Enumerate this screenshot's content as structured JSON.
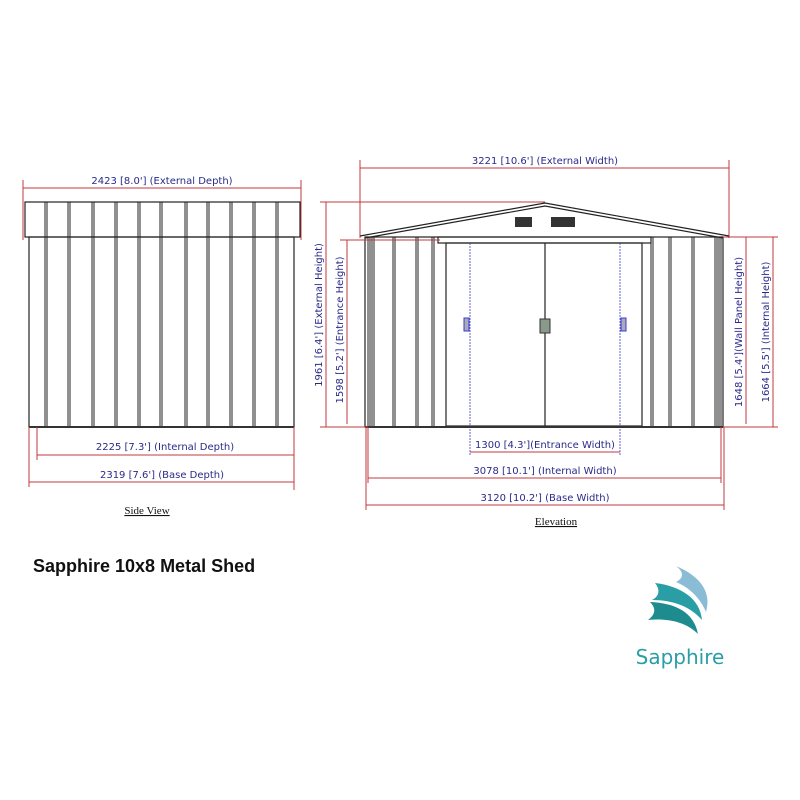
{
  "side_view": {
    "caption": "Side View",
    "external_depth": "2423 [8.0'] (External Depth)",
    "internal_depth": "2225 [7.3'] (Internal Depth)",
    "base_depth": "2319 [7.6'] (Base Depth)"
  },
  "elevation": {
    "caption": "Elevation",
    "external_width": "3221 [10.6'] (External Width)",
    "external_height": "1961 [6.4'] (External Height)",
    "entrance_height": "1598 [5.2'] (Entrance Height)",
    "wall_panel_height": "1648 [5.4'](Wall Panel Height)",
    "internal_height": "1664 [5.5'] (Internal Height)",
    "entrance_width": "1300 [4.3'](Entrance Width)",
    "internal_width": "3078 [10.1'] (Internal Width)",
    "base_width": "3120 [10.2'] (Base Width)"
  },
  "product_title": "Sapphire 10x8 Metal Shed",
  "logo": {
    "text": "Sapphire",
    "colors": [
      "#8bbcd6",
      "#2a9ea5",
      "#1e8c8e"
    ]
  }
}
